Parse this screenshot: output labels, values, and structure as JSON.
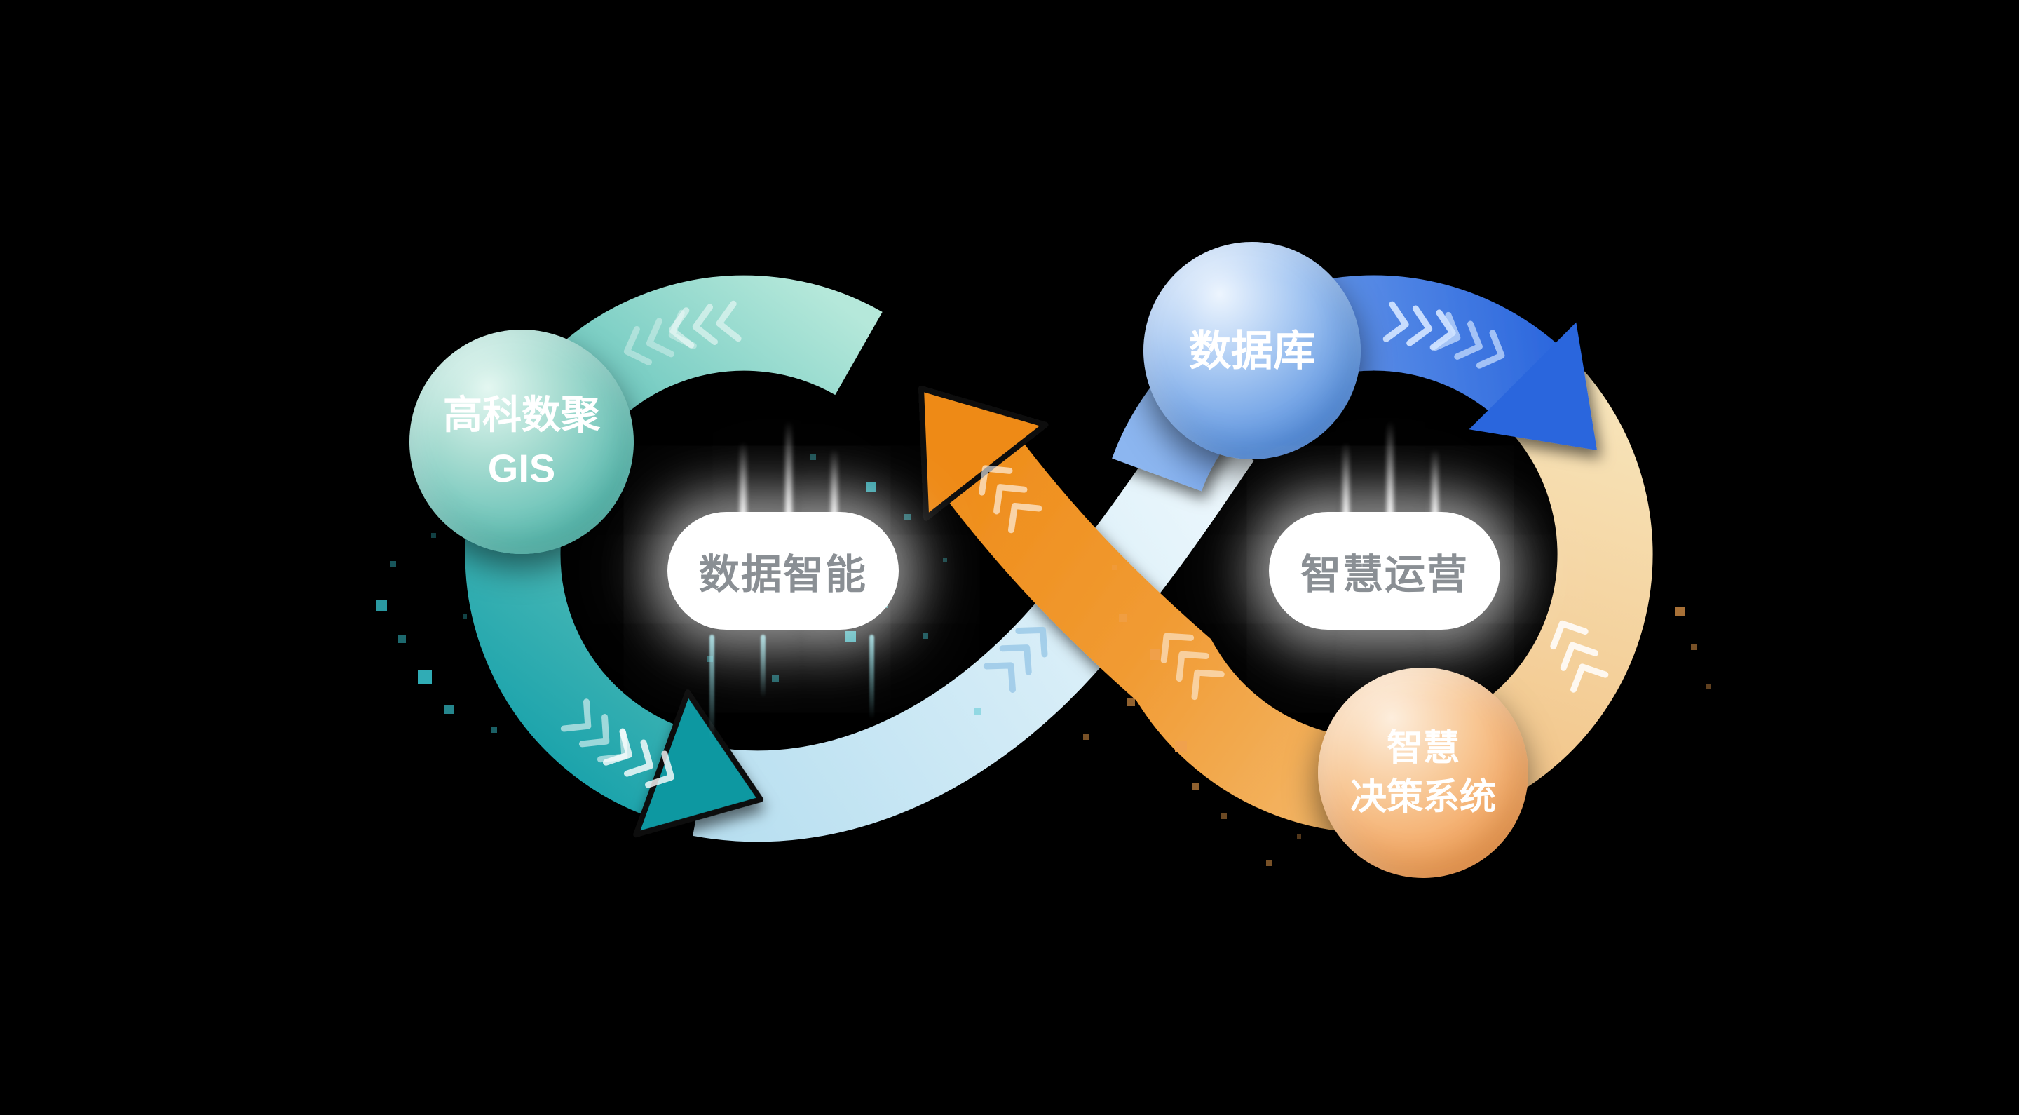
{
  "diagram": {
    "type": "infinity-loop",
    "background_color": "#000000",
    "spheres": [
      {
        "id": "gis",
        "lines": [
          "高科数聚",
          "GIS"
        ],
        "color": "#57bab0"
      },
      {
        "id": "database",
        "lines": [
          "数据库"
        ],
        "color": "#4b86d8"
      },
      {
        "id": "decision-system",
        "lines": [
          "智慧",
          "决策系统"
        ],
        "color": "#ef9549"
      }
    ],
    "pills": [
      {
        "id": "data-intelligence",
        "label": "数据智能"
      },
      {
        "id": "smart-operations",
        "label": "智慧运营"
      }
    ],
    "colors": {
      "teal_ring": "#2fa9ae",
      "mint": "#b5e8da",
      "light_blue_band": "#dceffa",
      "blue_arrow": "#2e6de0",
      "orange_ribbon": "#ef8e1f",
      "tan_arc": "#f5d8a4",
      "pill_text": "#8a8f94",
      "sphere_text": "#ffffff"
    }
  }
}
